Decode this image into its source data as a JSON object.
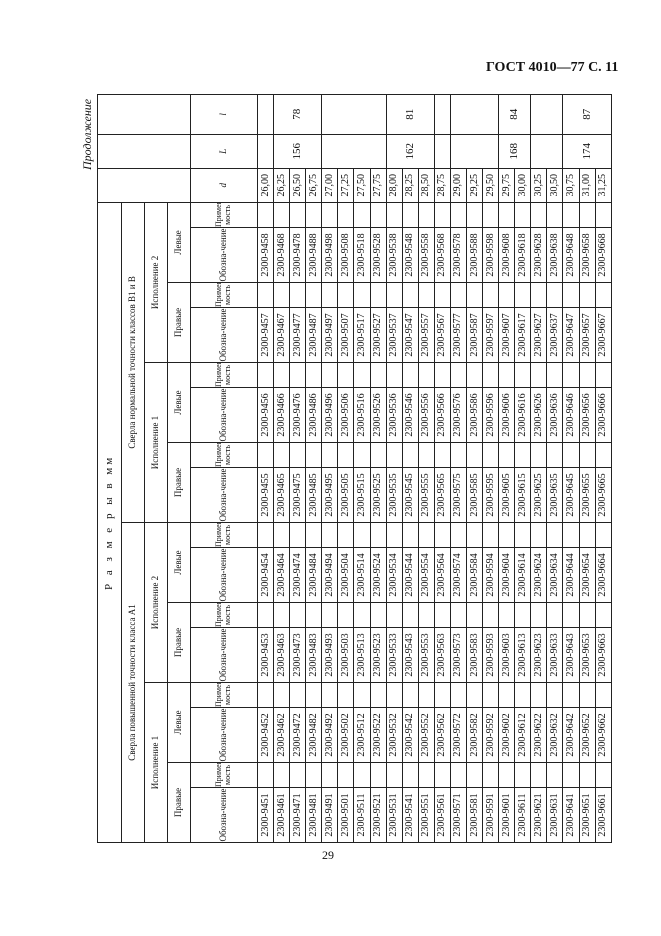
{
  "header": "ГОСТ 4010—77 С. 11",
  "continued_label": "Продолжение",
  "page_number": "29",
  "table": {
    "title": "Р а з м е р ы   в   мм",
    "class_a1": "Сверла повышенной точности класса А1",
    "class_b": "Сверла нормальной точности классов В1 и В",
    "isp1": "Исполнение 1",
    "isp2": "Исполнение 2",
    "right": "Правые",
    "left": "Левые",
    "designation": "Обозна-чение",
    "applicability": "Примени-мость",
    "col_d": "d",
    "col_L": "L",
    "col_l": "l",
    "rows": [
      {
        "c": [
          "2300-9451",
          "2300-9452",
          "2300-9453",
          "2300-9454",
          "2300-9455",
          "2300-9456",
          "2300-9457",
          "2300-9458"
        ],
        "d": "26,00"
      },
      {
        "c": [
          "2300-9461",
          "2300-9462",
          "2300-9463",
          "2300-9464",
          "2300-9465",
          "2300-9466",
          "2300-9467",
          "2300-9468"
        ],
        "d": "26,25"
      },
      {
        "c": [
          "2300-9471",
          "2300-9472",
          "2300-9473",
          "2300-9474",
          "2300-9475",
          "2300-9476",
          "2300-9477",
          "2300-9478"
        ],
        "d": "26,50"
      },
      {
        "c": [
          "2300-9481",
          "2300-9482",
          "2300-9483",
          "2300-9484",
          "2300-9485",
          "2300-9486",
          "2300-9487",
          "2300-9488"
        ],
        "d": "26,75"
      },
      {
        "c": [
          "2300-9491",
          "2300-9492",
          "2300-9493",
          "2300-9494",
          "2300-9495",
          "2300-9496",
          "2300-9497",
          "2300-9498"
        ],
        "d": "27,00"
      },
      {
        "c": [
          "2300-9501",
          "2300-9502",
          "2300-9503",
          "2300-9504",
          "2300-9505",
          "2300-9506",
          "2300-9507",
          "2300-9508"
        ],
        "d": "27,25"
      },
      {
        "c": [
          "2300-9511",
          "2300-9512",
          "2300-9513",
          "2300-9514",
          "2300-9515",
          "2300-9516",
          "2300-9517",
          "2300-9518"
        ],
        "d": "27,50"
      },
      {
        "c": [
          "2300-9521",
          "2300-9522",
          "2300-9523",
          "2300-9524",
          "2300-9525",
          "2300-9526",
          "2300-9527",
          "2300-9528"
        ],
        "d": "27,75"
      },
      {
        "c": [
          "2300-9531",
          "2300-9532",
          "2300-9533",
          "2300-9534",
          "2300-9535",
          "2300-9536",
          "2300-9537",
          "2300-9538"
        ],
        "d": "28,00"
      },
      {
        "c": [
          "2300-9541",
          "2300-9542",
          "2300-9543",
          "2300-9544",
          "2300-9545",
          "2300-9546",
          "2300-9547",
          "2300-9548"
        ],
        "d": "28,25"
      },
      {
        "c": [
          "2300-9551",
          "2300-9552",
          "2300-9553",
          "2300-9554",
          "2300-9555",
          "2300-9556",
          "2300-9557",
          "2300-9558"
        ],
        "d": "28,50"
      },
      {
        "c": [
          "2300-9561",
          "2300-9562",
          "2300-9563",
          "2300-9564",
          "2300-9565",
          "2300-9566",
          "2300-9567",
          "2300-9568"
        ],
        "d": "28,75"
      },
      {
        "c": [
          "2300-9571",
          "2300-9572",
          "2300-9573",
          "2300-9574",
          "2300-9575",
          "2300-9576",
          "2300-9577",
          "2300-9578"
        ],
        "d": "29,00"
      },
      {
        "c": [
          "2300-9581",
          "2300-9582",
          "2300-9583",
          "2300-9584",
          "2300-9585",
          "2300-9586",
          "2300-9587",
          "2300-9588"
        ],
        "d": "29,25"
      },
      {
        "c": [
          "2300-9591",
          "2300-9592",
          "2300-9593",
          "2300-9594",
          "2300-9595",
          "2300-9596",
          "2300-9597",
          "2300-9598"
        ],
        "d": "29,50"
      },
      {
        "c": [
          "2300-9601",
          "2300-9602",
          "2300-9603",
          "2300-9604",
          "2300-9605",
          "2300-9606",
          "2300-9607",
          "2300-9608"
        ],
        "d": "29,75"
      },
      {
        "c": [
          "2300-9611",
          "2300-9612",
          "2300-9613",
          "2300-9614",
          "2300-9615",
          "2300-9616",
          "2300-9617",
          "2300-9618"
        ],
        "d": "30,00"
      },
      {
        "c": [
          "2300-9621",
          "2300-9622",
          "2300-9623",
          "2300-9624",
          "2300-9625",
          "2300-9626",
          "2300-9627",
          "2300-9628"
        ],
        "d": "30,25"
      },
      {
        "c": [
          "2300-9631",
          "2300-9632",
          "2300-9633",
          "2300-9634",
          "2300-9635",
          "2300-9636",
          "2300-9637",
          "2300-9638"
        ],
        "d": "30,50"
      },
      {
        "c": [
          "2300-9641",
          "2300-9642",
          "2300-9643",
          "2300-9644",
          "2300-9645",
          "2300-9646",
          "2300-9647",
          "2300-9648"
        ],
        "d": "30,75"
      },
      {
        "c": [
          "2300-9651",
          "2300-9652",
          "2300-9653",
          "2300-9654",
          "2300-9655",
          "2300-9656",
          "2300-9657",
          "2300-9658"
        ],
        "d": "31,00"
      },
      {
        "c": [
          "2300-9661",
          "2300-9662",
          "2300-9663",
          "2300-9664",
          "2300-9665",
          "2300-9666",
          "2300-9667",
          "2300-9668"
        ],
        "d": "31,25"
      }
    ],
    "groups": [
      {
        "rows": 1,
        "L": "",
        "l": ""
      },
      {
        "rows": 3,
        "L": "156",
        "l": "78"
      },
      {
        "rows": 4,
        "L": "",
        "l": ""
      },
      {
        "rows": 3,
        "L": "162",
        "l": "81"
      },
      {
        "rows": 1,
        "L": "",
        "l": ""
      },
      {
        "rows": 3,
        "L": "",
        "l": ""
      },
      {
        "rows": 2,
        "L": "168",
        "l": "84"
      },
      {
        "rows": 2,
        "L": "",
        "l": ""
      },
      {
        "rows": 3,
        "L": "174",
        "l": "87"
      }
    ]
  }
}
